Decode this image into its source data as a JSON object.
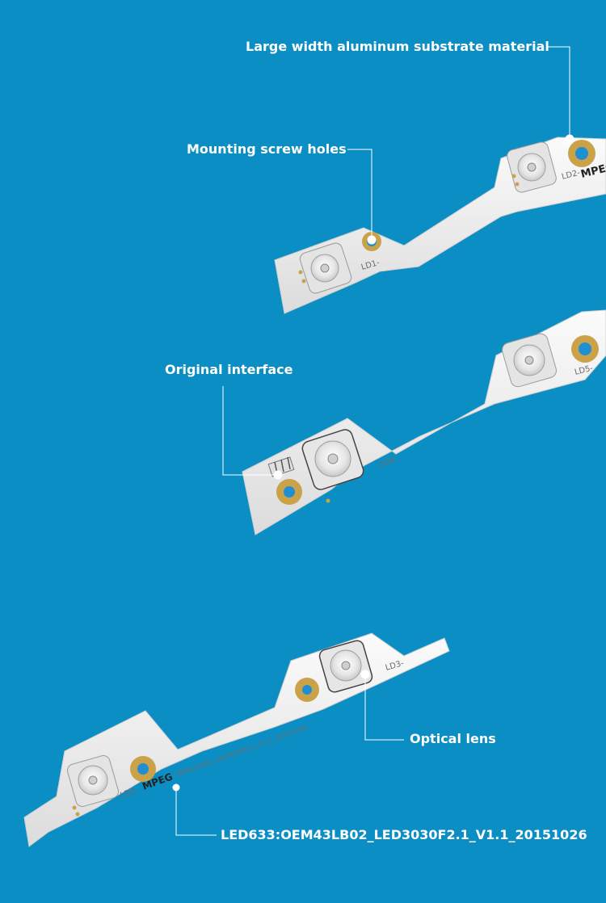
{
  "callouts": {
    "substrate": "Large width aluminum substrate material",
    "screw_holes": "Mounting screw holes",
    "interface": "Original interface",
    "lens": "Optical lens",
    "model": "LED633:OEM43LB02_LED3030F2.1_V1.1_20151026"
  },
  "pcb_markings": {
    "strip1_ld1": "LD1-",
    "strip1_ld2": "LD2-",
    "strip1_brand": "MPEG",
    "strip2_ld4": "LD4-",
    "strip2_ld5": "LD5-",
    "strip3_ld2": "LD2-",
    "strip3_ld3": "LD3-",
    "strip3_brand": "MPEG",
    "strip3_code": "OEM43LB02_LED3030F2.1_V1.1_20151026"
  },
  "colors": {
    "background": "#0b8ec4",
    "pcb": "#f2f2f2",
    "pad_gold": "#c9a24a",
    "pad_blue": "#1f8fd1",
    "leader_line": "#ffffff"
  }
}
